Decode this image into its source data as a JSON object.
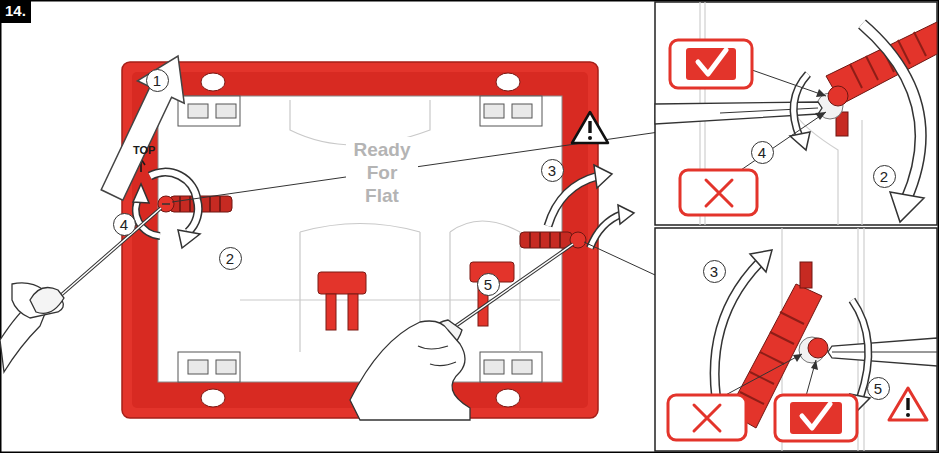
{
  "diagram": {
    "nodes": [
      {
        "text": [
          "14."
        ]
      }
    ],
    "labels": [
      "TOP",
      "Ready For Flat",
      "1",
      "2",
      "3",
      "4",
      "5",
      "2",
      "4",
      "3",
      "5"
    ]
  }
}
